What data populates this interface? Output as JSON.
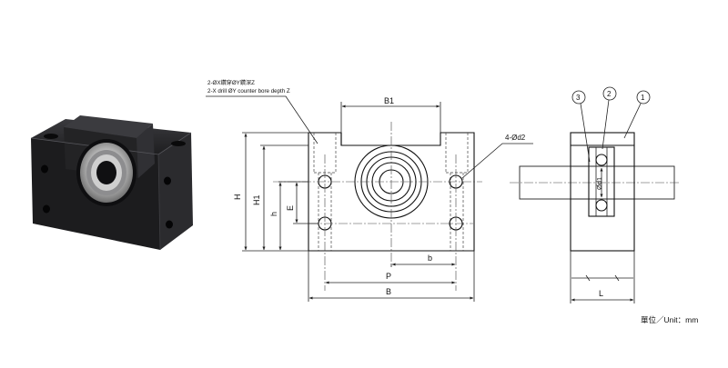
{
  "notes": {
    "counterbore_zh": "2-ØX鑽穿ØY鑽深Z",
    "counterbore_en": "2-X drill ØY counter bore depth Z",
    "holes": "4-Ød2",
    "unit": "單位／Unit：mm"
  },
  "dimensions": {
    "B1": "B1",
    "H": "H",
    "H1": "H1",
    "h": "h",
    "E": "E",
    "b": "b",
    "P": "P",
    "B": "B",
    "d1": "Ød1",
    "L": "L"
  },
  "callouts": [
    "3",
    "2",
    "1"
  ],
  "colors": {
    "housing": "#1c1c1e",
    "bearing": "#b9b9b9",
    "line": "#222222"
  }
}
